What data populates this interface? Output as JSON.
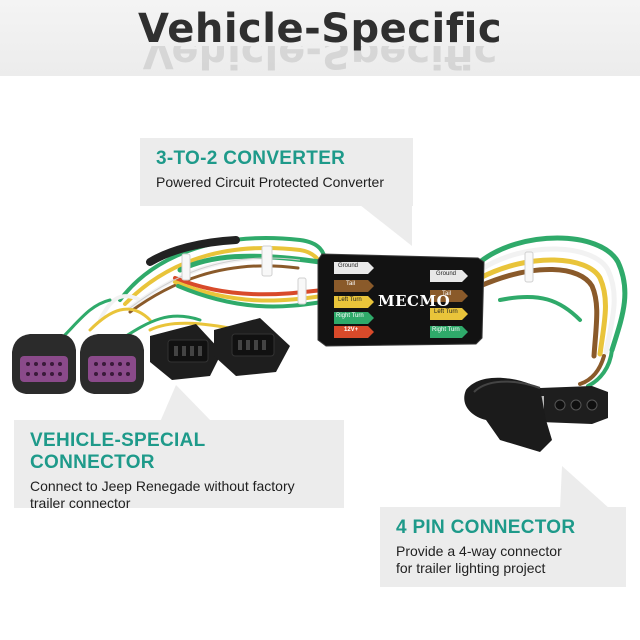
{
  "header": {
    "title": "Vehicle-Specific"
  },
  "brand": {
    "logo_text": "MECMO"
  },
  "converter_labels": {
    "left": [
      "Ground",
      "Tail",
      "Left Turn",
      "Right Turn",
      "12V+"
    ],
    "right": [
      "Ground",
      "Tail",
      "Left Turn",
      "Right Turn"
    ]
  },
  "callouts": {
    "converter": {
      "title": "3-TO-2 CONVERTER",
      "desc": "Powered Circuit Protected Converter"
    },
    "vehicle": {
      "title": "VEHICLE-SPECIAL CONNECTOR",
      "desc_line1": "Connect to Jeep Renegade without factory",
      "desc_line2": "trailer connector"
    },
    "fourpin": {
      "title": "4 PIN CONNECTOR",
      "desc_line1": "Provide a 4-way connector",
      "desc_line2": "for trailer lighting project"
    }
  },
  "colors": {
    "accent": "#1e9a8a",
    "wire_green": "#2faa6a",
    "wire_white": "#f2f2f2",
    "wire_yellow": "#e9c43a",
    "wire_brown": "#8a5a2a",
    "wire_red": "#d84a2a",
    "converter_body": "#111111",
    "callout_bg": "#ececec"
  }
}
